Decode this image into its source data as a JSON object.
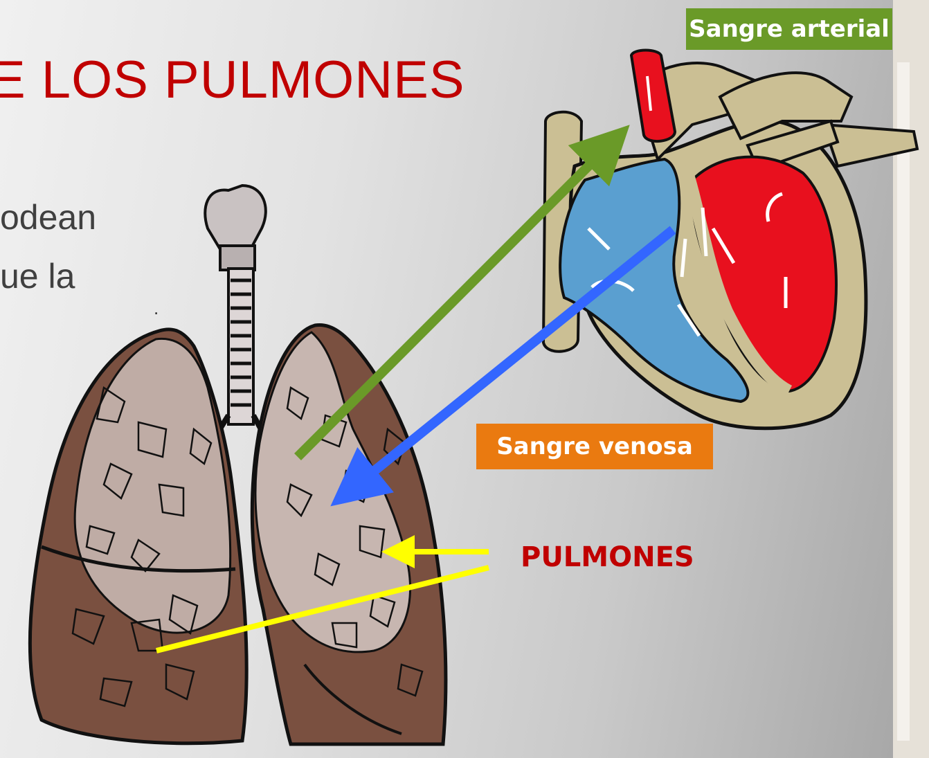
{
  "slide": {
    "title": "E LOS PULMONES",
    "body_lines": [
      "odean",
      "ue la"
    ],
    "stray_mark": "."
  },
  "labels": {
    "arterial": "Sangre arterial",
    "venosa": "Sangre venosa",
    "pulmones": "PULMONES"
  },
  "colors": {
    "arterial_box": "#6a9a28",
    "venosa_box": "#ea7a10",
    "title": "#c00000",
    "green_arrow": "#6a9a28",
    "blue_arrow": "#3366ff",
    "yellow_pointer": "#ffff00",
    "oxygenated_blood": "#e8101e",
    "deoxygenated_blood": "#5a9fd0"
  }
}
